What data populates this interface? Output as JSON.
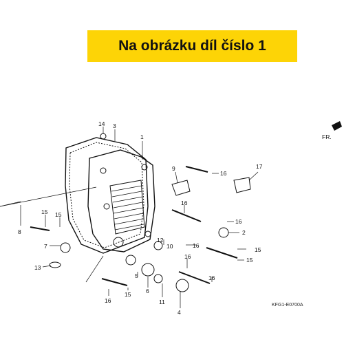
{
  "banner": {
    "text": "Na obrázku díl číslo 1",
    "background": "#fdd406"
  },
  "diagram_code": "KFG1-E0700A",
  "direction_marker": "FR.",
  "callouts": [
    "1",
    "2",
    "3",
    "4",
    "5",
    "6",
    "7",
    "8",
    "9",
    "10",
    "11",
    "12",
    "13",
    "14",
    "15",
    "16",
    "17"
  ],
  "colors": {
    "line": "#111111",
    "background": "#ffffff"
  }
}
